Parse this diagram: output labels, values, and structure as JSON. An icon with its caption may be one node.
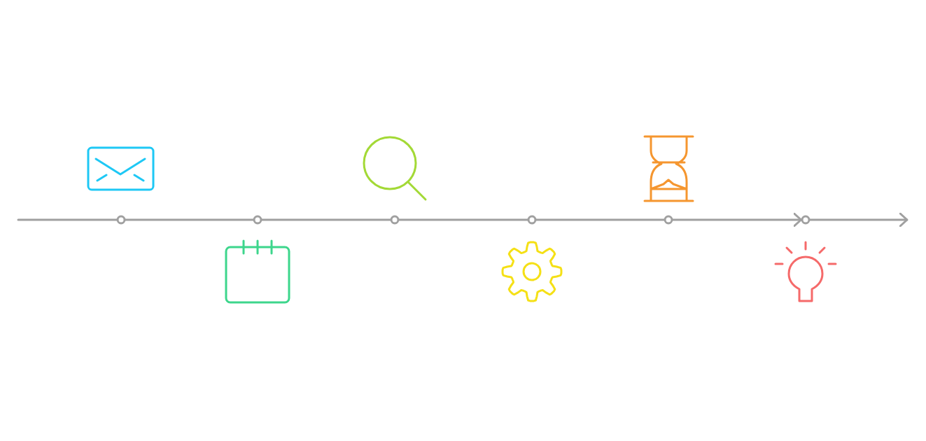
{
  "diagram": {
    "nodes": [
      {
        "text": [],
        "shape": "circle"
      },
      {
        "text": [],
        "shape": "circle"
      },
      {
        "text": [],
        "shape": "circle"
      },
      {
        "text": [],
        "shape": "circle"
      },
      {
        "text": [],
        "shape": "circle"
      },
      {
        "text": [],
        "shape": "circle"
      }
    ],
    "edges": [
      {
        "from": null,
        "to": 0,
        "arrow": "none"
      },
      {
        "from": 0,
        "to": 1,
        "arrow": "none"
      },
      {
        "from": 1,
        "to": 2,
        "arrow": "none"
      },
      {
        "from": 2,
        "to": 3,
        "arrow": "none"
      },
      {
        "from": 3,
        "to": 4,
        "arrow": "none"
      },
      {
        "from": 4,
        "to": 5,
        "arrow": "to"
      },
      {
        "from": 5,
        "to": null,
        "arrow": "to"
      }
    ]
  }
}
